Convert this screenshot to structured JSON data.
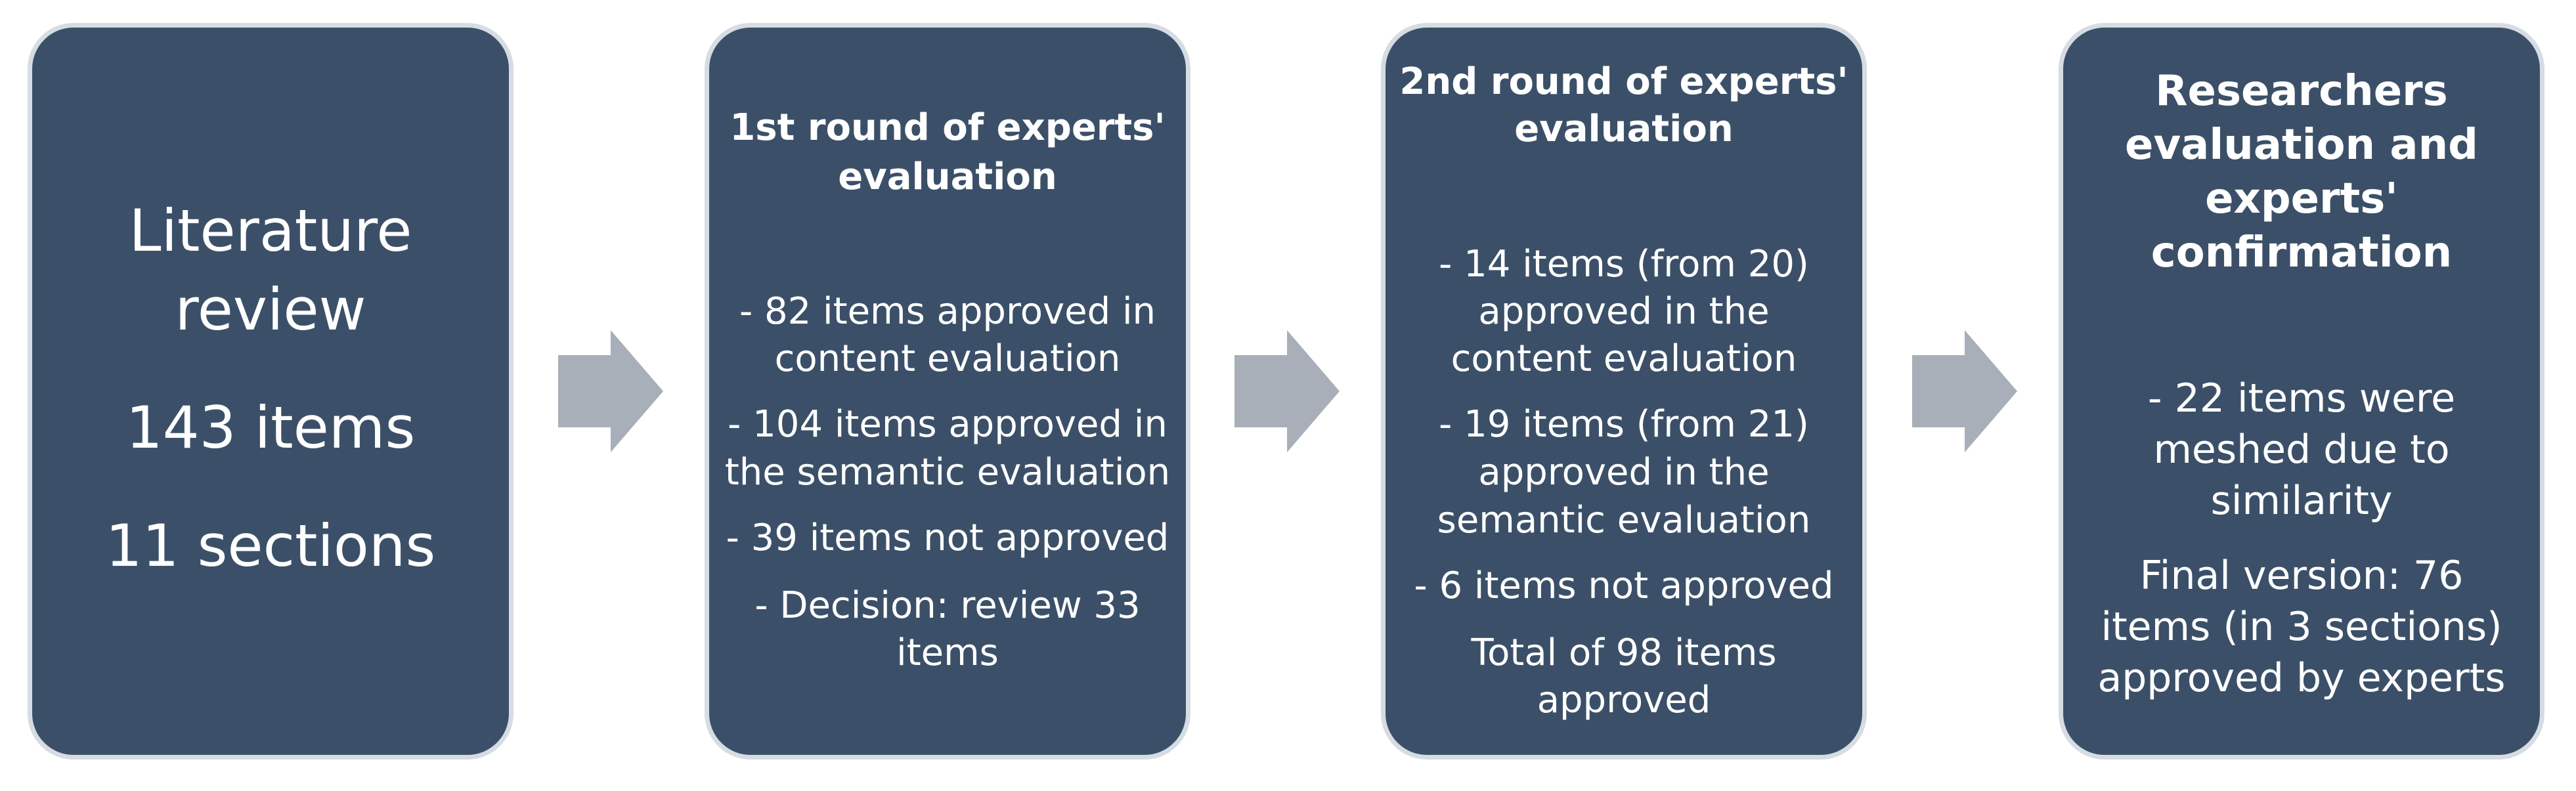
{
  "flow": [
    {
      "heading": [],
      "body": [
        "Literature",
        "review",
        "143 items",
        "11 sections"
      ]
    },
    {
      "heading": [
        "1st round of experts'",
        "evaluation"
      ],
      "body": [
        "- 82 items approved in",
        "content evaluation",
        "- 104 items approved in",
        "the semantic evaluation",
        "- 39 items not approved",
        "- Decision: review 33",
        "items"
      ]
    },
    {
      "heading": [
        "2nd round of experts'",
        "evaluation"
      ],
      "body": [
        "- 14 items (from 20)",
        "approved in the",
        "content evaluation",
        "- 19 items (from 21)",
        "approved in the",
        "semantic evaluation",
        "- 6 items not approved",
        "Total of 98 items",
        "approved"
      ]
    },
    {
      "heading": [
        "Researchers",
        "evaluation and",
        "experts'",
        "confirmation"
      ],
      "body": [
        "-  22 items were",
        "meshed due to",
        "similarity",
        "Final version: 76",
        "items (in 3 sections)",
        "approved by experts"
      ]
    }
  ],
  "colors": {
    "box_fill": "#3b5068",
    "box_border": "#d6dce3",
    "arrow": "#a8afb8",
    "text": "#ffffff"
  }
}
